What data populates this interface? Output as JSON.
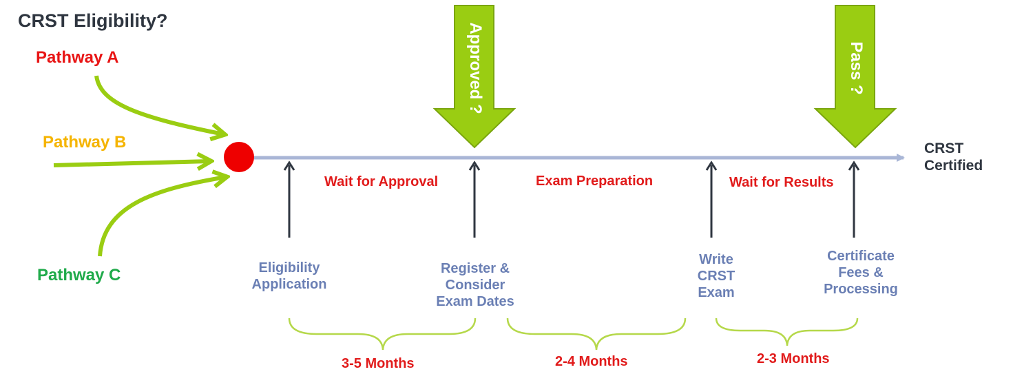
{
  "title": "CRST Eligibility?",
  "pathways": [
    {
      "label": "Pathway A",
      "color": "#e81515"
    },
    {
      "label": "Pathway B",
      "color": "#f5b400"
    },
    {
      "label": "Pathway C",
      "color": "#1faa4a"
    }
  ],
  "phases": [
    "Wait for Approval",
    "Exam Preparation",
    "Wait for Results"
  ],
  "steps": [
    "Eligibility\nApplication",
    "Register &\nConsider\nExam Dates",
    "Write\nCRST\nExam",
    "Certificate\nFees &\nProcessing"
  ],
  "decisions": [
    "Approved ?",
    "Pass ?"
  ],
  "durations": [
    "3-5 Months",
    "2-4 Months",
    "2-3 Months"
  ],
  "end_label": "CRST\nCertified",
  "colors": {
    "timeline": "#a9b6d6",
    "start_dot": "#ee0000",
    "arrow_green": "#9acd12",
    "arrow_green_dark": "#7aa50e",
    "step_arrow": "#2f3640",
    "brace": "#b5d84a"
  }
}
